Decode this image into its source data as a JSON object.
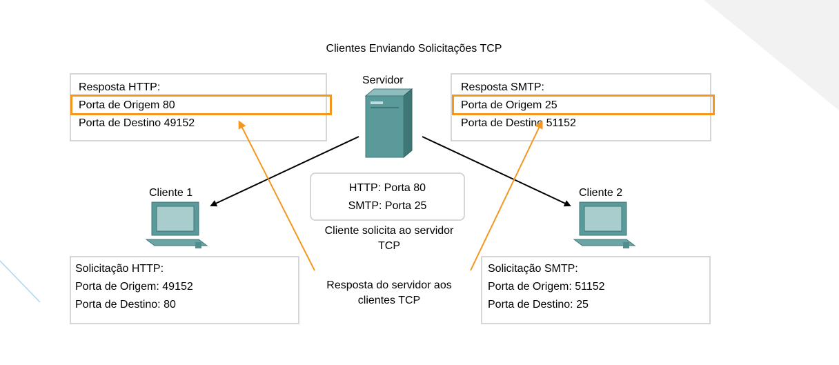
{
  "title": "Clientes Enviando Solicitações TCP",
  "server_label": "Servidor",
  "client1_label": "Cliente 1",
  "client2_label": "Cliente 2",
  "http_response": {
    "header": "Resposta HTTP:",
    "source": "Porta de Origem 80",
    "dest": "Porta de Destino 49152"
  },
  "smtp_response": {
    "header": "Resposta SMTP:",
    "source": "Porta de Origem 25",
    "dest": "Porta de Destino 51152"
  },
  "http_request": {
    "header": "Solicitação HTTP:",
    "source": "Porta de Origem: 49152",
    "dest": "Porta de Destino: 80"
  },
  "smtp_request": {
    "header": "Solicitação SMTP:",
    "source": "Porta de Origem: 51152",
    "dest": "Porta de Destino: 25"
  },
  "ports": {
    "http": "HTTP: Porta 80",
    "smtp": "SMTP: Porta 25"
  },
  "caption_request": [
    "Cliente solicita ao servidor",
    "TCP"
  ],
  "caption_response": [
    "Resposta do servidor aos",
    "clientes TCP"
  ],
  "colors": {
    "highlight": "#f5961e",
    "response_arrow": "#f5961e",
    "request_arrow": "#000000",
    "device": "#4f8f8f"
  }
}
